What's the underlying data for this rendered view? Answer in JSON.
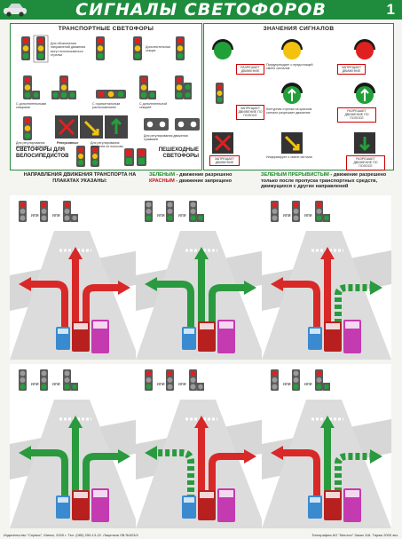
{
  "header": {
    "title": "СИГНАЛЫ СВЕТОФОРОВ",
    "page_number": "1"
  },
  "left_panel": {
    "title": "ТРАНСПОРТНЫЕ СВЕТОФОРЫ",
    "cap_signals": "Для обозначения направлений движения могут использоваться стрелки",
    "cap_dop": "Дополнительная секция",
    "cap_1": "С дополнительными секциями",
    "cap_2": "С горизонтальным расположением",
    "cap_3": "С дополнительной секцией",
    "cap_4": "Для регулирования движения по полосам",
    "cap_reversible": "Реверсивные",
    "cap_5": "Для регулирования движения по полосам",
    "cap_6": "Для регулирования движения трамваев",
    "bike_label": "СВЕТОФОРЫ ДЛЯ ВЕЛОСИПЕДИСТОВ",
    "ped_label": "ПЕШЕХОДНЫЕ СВЕТОФОРЫ"
  },
  "right_panel": {
    "title": "ЗНАЧЕНИЯ СИГНАЛОВ",
    "allow": "РАЗРЕШАЕТ ДВИЖЕНИЕ",
    "forbid": "ЗАПРЕЩАЕТ ДВИЖЕНИЕ",
    "forbid_lane": "ЗАПРЕЩАЕТ ДВИЖЕНИЕ ПО ПОЛОСЕ",
    "allow_lane": "РАЗРЕШАЕТ ДВИЖЕНИЕ ПО ПОЛОСЕ",
    "desc_1": "Предупреждает о предстоящей смене сигналов",
    "desc_2": "Контурная стрелка на красном сигнале разрешает движение",
    "desc_3": "Информирует о смене сигнала"
  },
  "instructions": {
    "left": "НАПРАВЛЕНИЯ ДВИЖЕНИЯ ТРАНСПОРТА НА ПЛАКАТАХ УКАЗАНЫ:",
    "mid_green_word": "ЗЕЛЕНЫМ",
    "mid_green_rest": " - движение разрешено",
    "mid_red_word": "КРАСНЫМ",
    "mid_red_rest": " - движение запрещено",
    "right_word": "ЗЕЛЕНЫМ ПРЕРЫВИСТЫМ",
    "right_rest": " - движение разрешено только после пропуска транспортных средств, движущихся с других направлений"
  },
  "or_label": "или",
  "colors": {
    "green": "#1e8c3c",
    "red": "#d21e1e",
    "yellow": "#f0c814",
    "arrow_green": "#2a9a3e",
    "arrow_red": "#d82828"
  },
  "footer": {
    "left": "Издательство \"Сервис\", Минск, 2000 г. Тел. (085) 259-13-22. Лицензия ЛВ №323/4",
    "right": "Типография АО \"Мачтон\" Заказ 118. Тираж 2000 экз."
  }
}
